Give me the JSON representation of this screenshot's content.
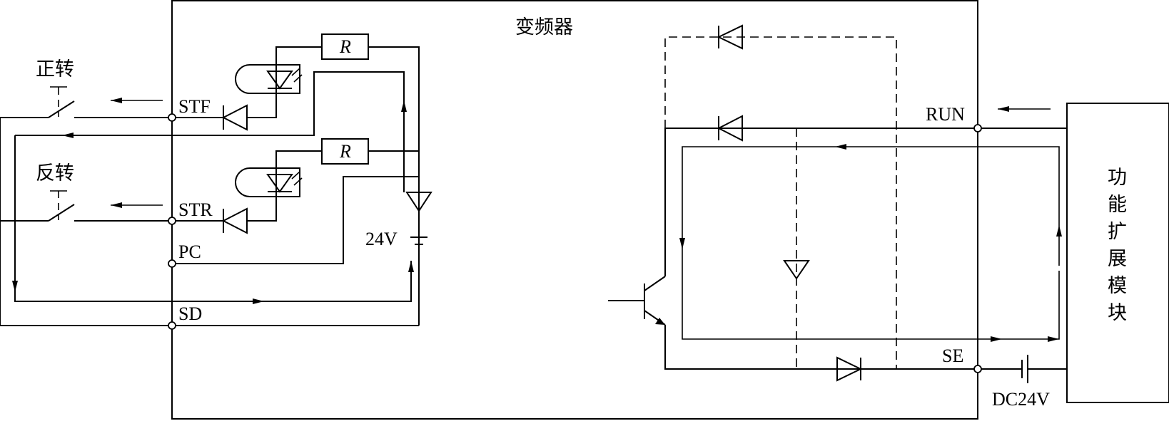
{
  "inverter": {
    "title": "变频器"
  },
  "switches": {
    "forward": "正转",
    "reverse": "反转"
  },
  "terminals": {
    "stf": "STF",
    "str": "STR",
    "pc": "PC",
    "sd": "SD",
    "run": "RUN",
    "se": "SE"
  },
  "resistor": {
    "symbol": "R"
  },
  "supply": {
    "internal": "24V",
    "external": "DC24V"
  },
  "module": {
    "chars": [
      "功",
      "能",
      "扩",
      "展",
      "模",
      "块"
    ]
  }
}
